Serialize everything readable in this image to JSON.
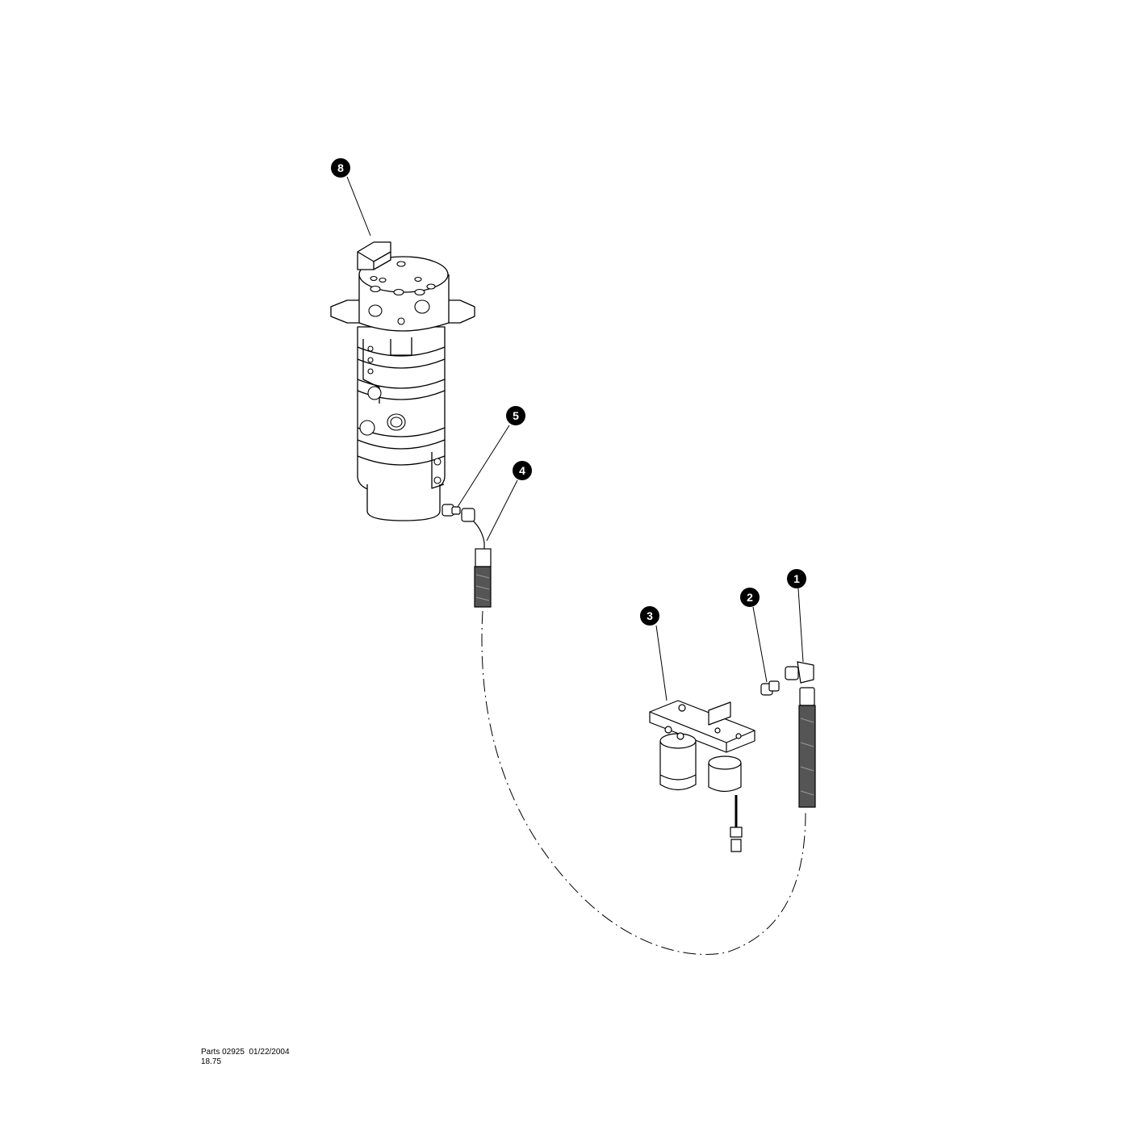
{
  "callouts": [
    {
      "label": "8"
    },
    {
      "label": "5"
    },
    {
      "label": "4"
    },
    {
      "label": "1"
    },
    {
      "label": "2"
    },
    {
      "label": "3"
    }
  ],
  "footer": {
    "line1": "Parts 02925  01/22/2004",
    "line2": "18.75"
  },
  "colors": {
    "line": "#000000",
    "callout_fill": "#000000",
    "background": "#ffffff"
  }
}
